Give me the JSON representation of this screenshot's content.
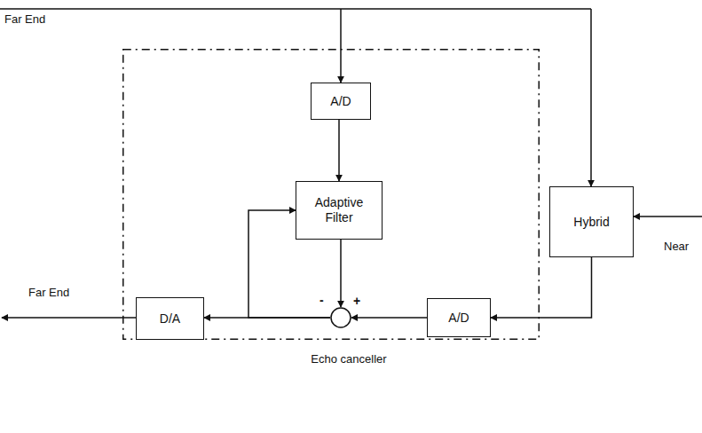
{
  "diagram": {
    "nodes": [
      {
        "text": [
          "Echo canceller"
        ]
      },
      {
        "text": [
          "A/D"
        ],
        "in": 0
      },
      {
        "text": [
          "Adaptive Filter"
        ],
        "in": 0
      },
      {
        "text": [
          "Hybrid"
        ]
      },
      {
        "text": [
          "D/A"
        ],
        "in": 0
      },
      {
        "text": [
          "-",
          "+"
        ],
        "in": 0
      },
      {
        "text": [
          "A/D"
        ],
        "in": 0
      }
    ],
    "edges": [
      {
        "from": 1,
        "to": 2,
        "arrow": "to"
      },
      {
        "from": 2,
        "to": 5,
        "arrow": "to"
      },
      {
        "from": 3,
        "to": 6,
        "arrow": "to"
      },
      {
        "from": 6,
        "to": 5,
        "arrow": "to"
      },
      {
        "from": 5,
        "to": 4,
        "arrow": "to"
      },
      {
        "from": 5,
        "to": 2,
        "arrow": "to"
      }
    ],
    "labels": [
      "Far End",
      "Far End",
      "Near"
    ]
  }
}
